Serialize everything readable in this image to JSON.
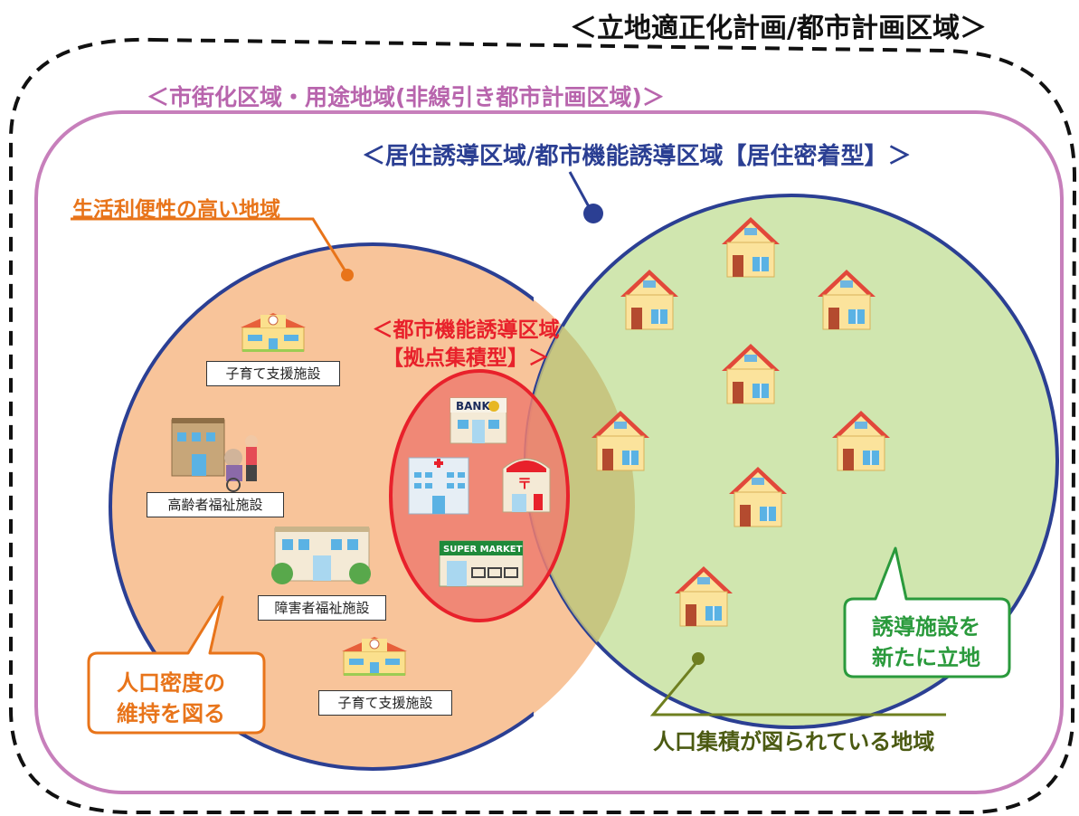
{
  "title": "＜立地適正化計画/都市計画区域＞",
  "urban_area_label": "＜市街化区域・用途地域(非線引き都市計画区域)＞",
  "residential_zone_label": "＜居住誘導区域/都市機能誘導区域【居住密着型】＞",
  "convenience_area_label": "生活利便性の高い地域",
  "hub_zone_label_line1": "＜都市機能誘導区域",
  "hub_zone_label_line2": "【拠点集積型】＞",
  "facilities": {
    "childcare_1": "子育て支援施設",
    "elderly": "高齢者福祉施設",
    "disability": "障害者福祉施設",
    "childcare_2": "子育て支援施設"
  },
  "hub_icons": {
    "bank": "BANK",
    "post": "〒",
    "supermarket": "SUPER MARKET"
  },
  "callouts": {
    "density_line1": "人口密度の",
    "density_line2": "維持を図る",
    "new_facility_line1": "誘導施設を",
    "new_facility_line2": "新たに立地",
    "accumulation": "人口集積が図られている地域"
  },
  "colors": {
    "outer_dashed": "#111111",
    "urban_border": "#c77fbb",
    "residential_circle": "#2b3f93",
    "orange_fill": "#f8c49a",
    "green_fill": "#c9e3a4",
    "hub_fill": "#ef7e70",
    "hub_border": "#e8212b",
    "orange_text": "#e8741a",
    "green_text": "#2a9a3c",
    "olive_text": "#4b5a12"
  },
  "icons": [
    "house-icon",
    "school-icon",
    "care-facility-icon",
    "hospital-icon",
    "bank-icon",
    "post-office-icon",
    "supermarket-icon"
  ]
}
